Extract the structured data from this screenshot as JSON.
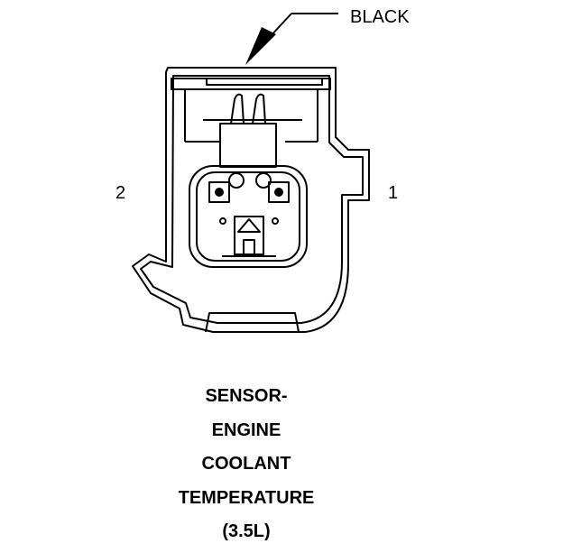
{
  "connector": {
    "color_label": "BLACK",
    "pin_left": "2",
    "pin_right": "1"
  },
  "caption": {
    "lines": [
      "SENSOR-",
      "ENGINE",
      "COOLANT",
      "TEMPERATURE",
      "(3.5L)"
    ]
  }
}
